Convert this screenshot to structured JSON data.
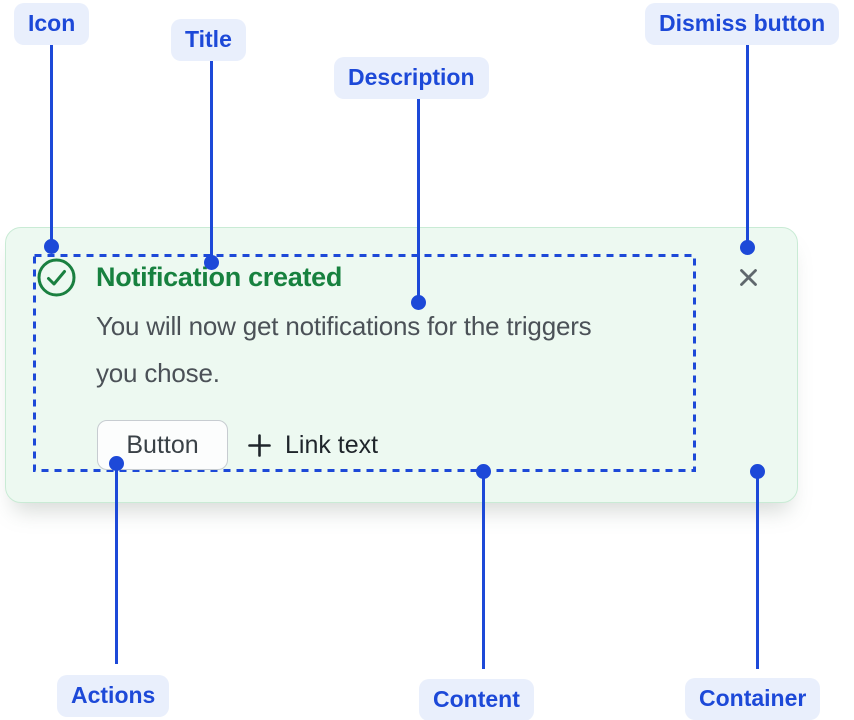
{
  "diagram": {
    "labels": {
      "icon": "Icon",
      "title": "Title",
      "description": "Description",
      "dismiss": "Dismiss button",
      "actions": "Actions",
      "content": "Content",
      "container": "Container"
    },
    "colors": {
      "annotation_blue": "#1d49d8",
      "annotation_pill_bg": "#e9effc",
      "success_green": "#17813f",
      "card_background": "#edf9f1",
      "card_border": "#c9ebd5",
      "description_text": "#4b5157",
      "dismiss_gray": "#60686d"
    }
  },
  "flag": {
    "icon": "check-circle-icon",
    "title": "Notification created",
    "description_lines": [
      "You will now get notifications for the triggers",
      "you chose."
    ],
    "actions": {
      "button_label": "Button",
      "link_icon": "plus-icon",
      "link_label": "Link text"
    },
    "dismiss_icon": "close-icon"
  }
}
